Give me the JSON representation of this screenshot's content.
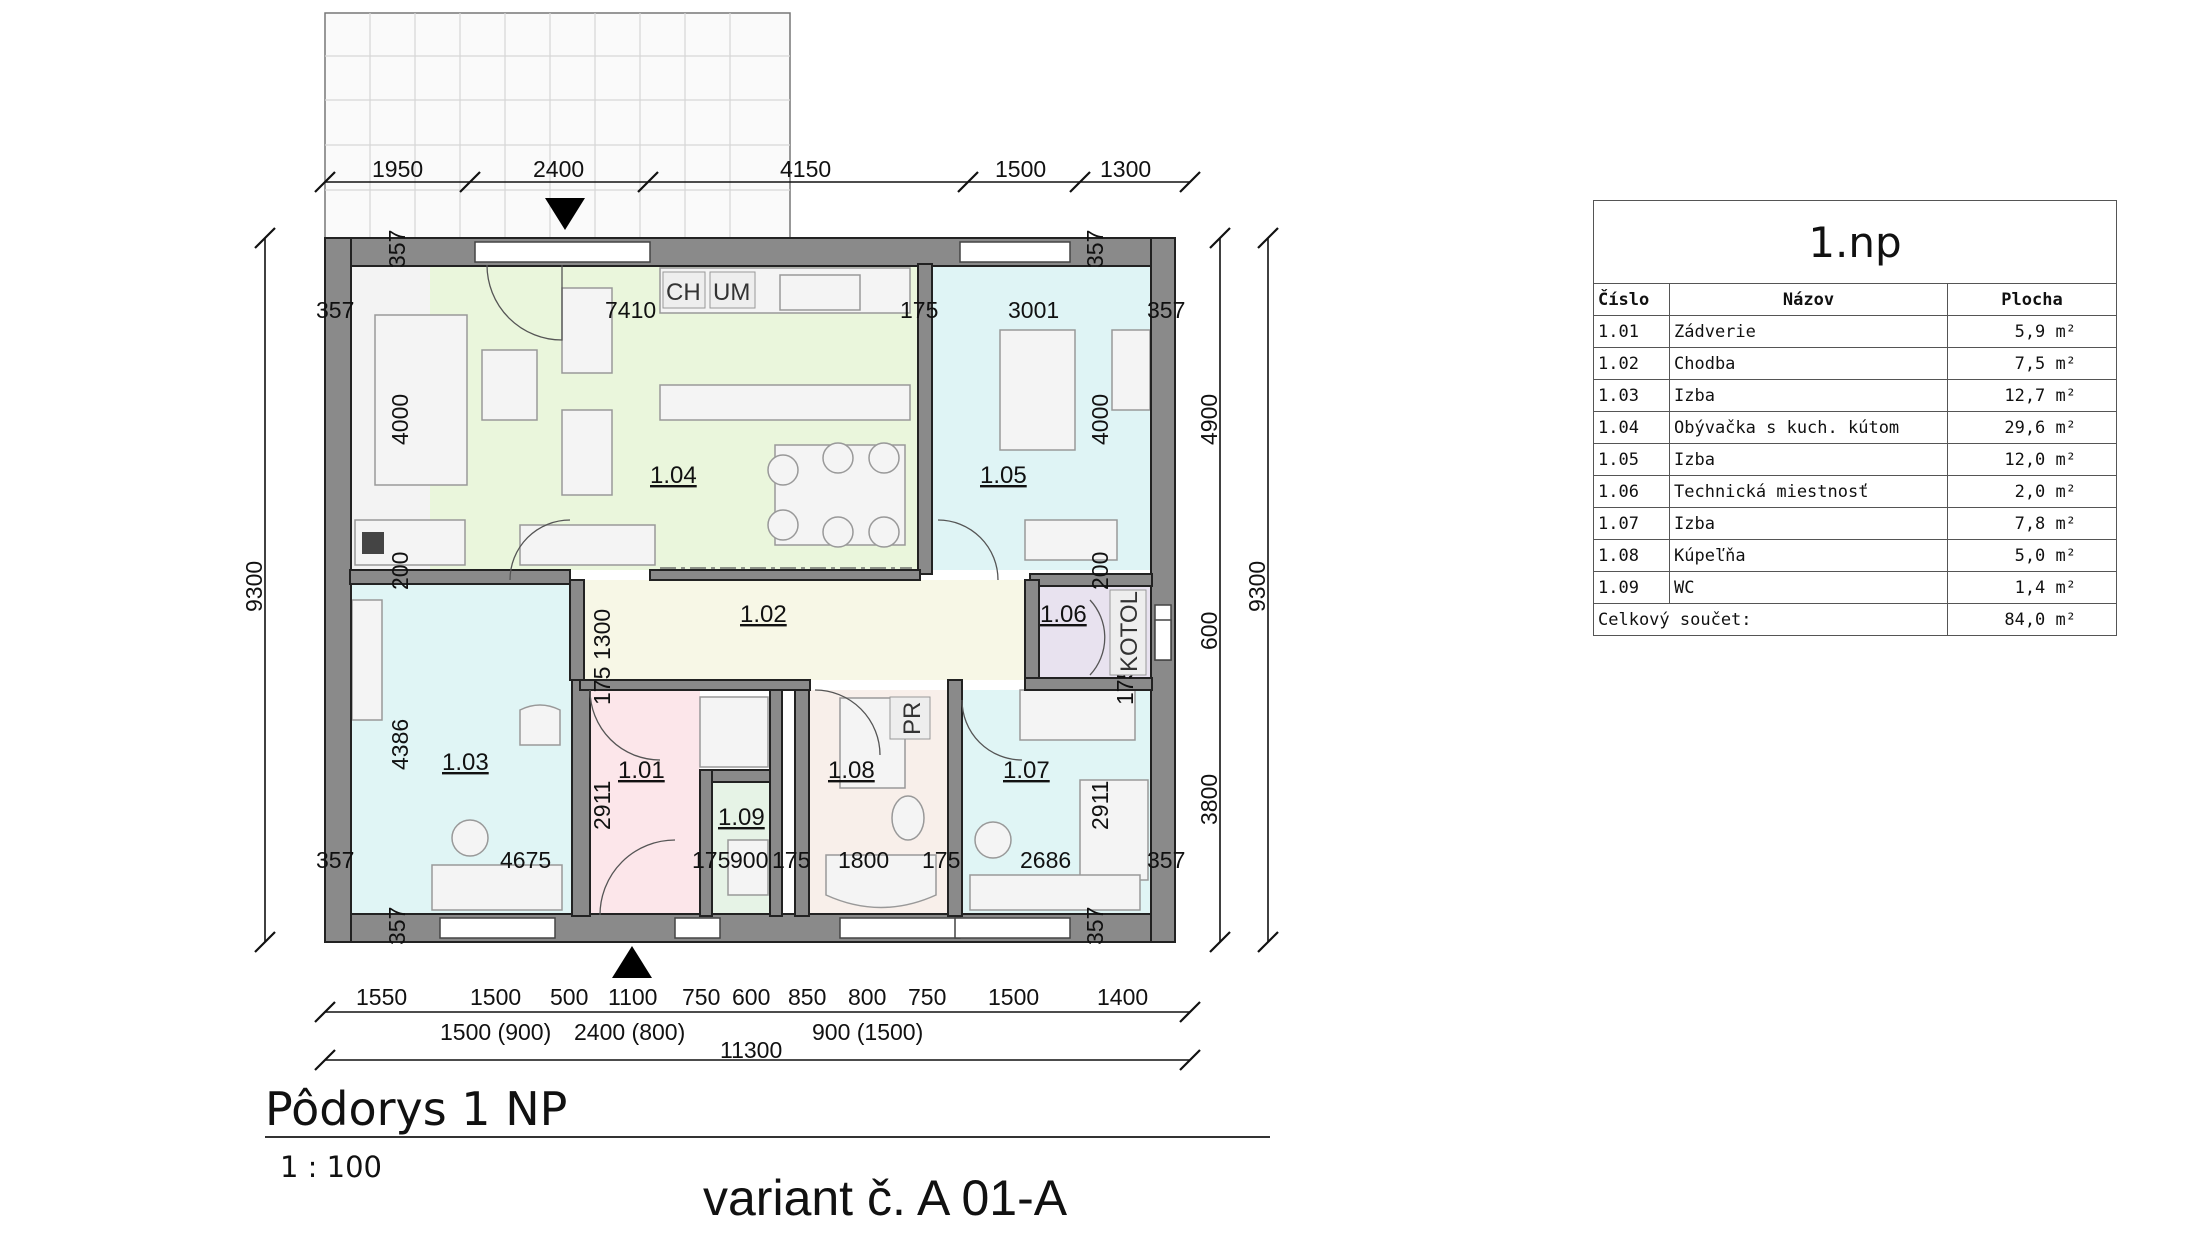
{
  "plan": {
    "title": "Pôdorys 1 NP",
    "scale": "1 : 100",
    "variant": "variant č. A 01-A",
    "top_dims": [
      "1950",
      "2400",
      "4150",
      "1500",
      "1300"
    ],
    "bottom_dims_row1": [
      "1550",
      "1500",
      "500",
      "1100",
      "750",
      "600",
      "850",
      "800",
      "750",
      "1500",
      "1400"
    ],
    "bottom_dims_row2": [
      "1500 (900)",
      "2400 (800)",
      "900 (1500)"
    ],
    "bottom_total": "11300",
    "left_total": "9300",
    "right_dims": [
      "4900",
      "600",
      "3800"
    ],
    "right_total": "9300",
    "inner_dims": [
      "357",
      "357",
      "357",
      "357",
      "357",
      "357",
      "357",
      "357",
      "7410",
      "175",
      "3001",
      "4000",
      "4000",
      "200",
      "200",
      "1300",
      "1300",
      "175",
      "175",
      "4386",
      "2911",
      "2911",
      "4675",
      "175",
      "900",
      "175",
      "1800",
      "175",
      "2686"
    ],
    "rooms": [
      "1.04",
      "1.05",
      "1.02",
      "1.06",
      "1.03",
      "1.01",
      "1.09",
      "1.08",
      "1.07"
    ],
    "labels": [
      "CH",
      "UM",
      "PR",
      "KOTOL"
    ]
  },
  "table": {
    "title": "1.np",
    "headers": [
      "Číslo",
      "Názov",
      "Plocha"
    ],
    "rows": [
      {
        "num": "1.01",
        "name": "Zádverie",
        "area": "5,9 m²"
      },
      {
        "num": "1.02",
        "name": "Chodba",
        "area": "7,5 m²"
      },
      {
        "num": "1.03",
        "name": "Izba",
        "area": "12,7 m²"
      },
      {
        "num": "1.04",
        "name": "Obývačka s kuch. kútom",
        "area": "29,6 m²"
      },
      {
        "num": "1.05",
        "name": "Izba",
        "area": "12,0 m²"
      },
      {
        "num": "1.06",
        "name": "Technická miestnosť",
        "area": "2,0 m²"
      },
      {
        "num": "1.07",
        "name": "Izba",
        "area": "7,8 m²"
      },
      {
        "num": "1.08",
        "name": "Kúpeľňa",
        "area": "5,0 m²"
      },
      {
        "num": "1.09",
        "name": "WC",
        "area": "1,4 m²"
      }
    ],
    "total_label": "Celkový součet:",
    "total_area": "84,0 m²"
  }
}
